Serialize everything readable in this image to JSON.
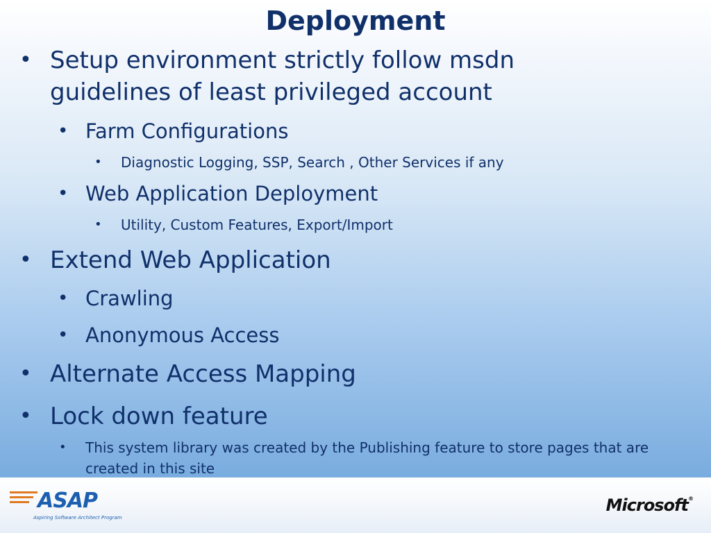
{
  "slide": {
    "title": "Deployment",
    "bullets": [
      {
        "text_line1": "Setup environment strictly follow msdn",
        "text_line2": "guidelines of least privileged account"
      },
      {
        "text": "Farm Configurations"
      },
      {
        "text": "Diagnostic Logging, SSP, Search , Other Services if any"
      },
      {
        "text": "Web Application Deployment"
      },
      {
        "text": "Utility, Custom Features, Export/Import"
      },
      {
        "text": "Extend Web Application"
      },
      {
        "text": "Crawling"
      },
      {
        "text": "Anonymous Access"
      },
      {
        "text": "Alternate Access Mapping"
      },
      {
        "text": "Lock down feature"
      },
      {
        "text_line1": "This system library was created by the Publishing feature to store pages that are",
        "text_line2": "created in this site"
      }
    ],
    "bullet_glyph": "•"
  },
  "footer": {
    "asap_logo_text": "ASAP",
    "asap_tagline": "Aspiring Software Architect Program",
    "microsoft_logo_text": "Microsoft",
    "microsoft_reg_mark": "®"
  },
  "colors": {
    "text": "#10306a",
    "asap_blue": "#1c5fb0",
    "asap_orange": "#e07a20"
  }
}
